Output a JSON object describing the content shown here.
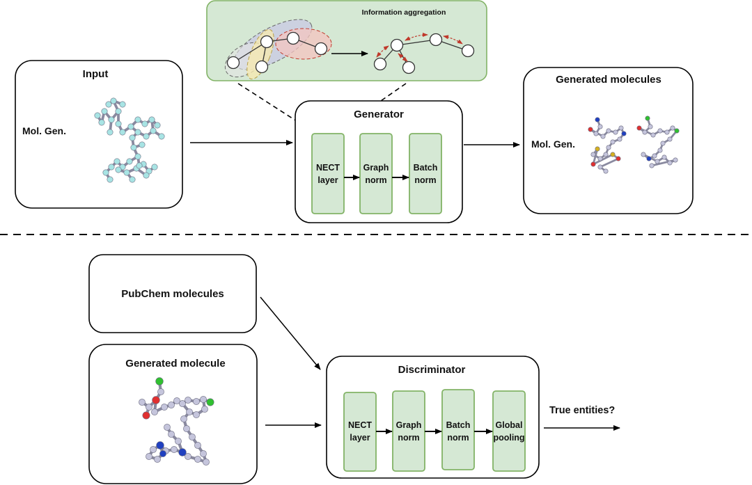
{
  "generator_section": {
    "input_box": {
      "title": "Input",
      "label": "Mol. Gen."
    },
    "aggregation_panel": {
      "title": "Information aggregation"
    },
    "generator_box": {
      "title": "Generator",
      "layers": [
        {
          "line1": "NECT",
          "line2": "layer"
        },
        {
          "line1": "Graph",
          "line2": "norm"
        },
        {
          "line1": "Batch",
          "line2": "norm"
        }
      ]
    },
    "output_box": {
      "title": "Generated molecules",
      "label": "Mol. Gen."
    }
  },
  "discriminator_section": {
    "pubchem_box": {
      "title": "PubChem molecules"
    },
    "generated_box": {
      "title": "Generated molecule"
    },
    "discriminator_box": {
      "title": "Discriminator",
      "layers": [
        {
          "line1": "NECT",
          "line2": "layer"
        },
        {
          "line1": "Graph",
          "line2": "norm"
        },
        {
          "line1": "Batch",
          "line2": "norm"
        },
        {
          "line1": "Global",
          "line2": "pooling"
        }
      ]
    },
    "question": "True entities?"
  },
  "colors": {
    "layer_fill": "#d5e8d4",
    "layer_stroke": "#82b366",
    "panel_fill": "#d5e8d4",
    "input_atom": "#a8e4e4",
    "generated_atom": "#c5c5dc",
    "oxygen": "#e03030",
    "chlorine": "#30c030",
    "nitrogen": "#2040c0",
    "sulfur": "#d4b020",
    "bidirectional_arrow": "#c0392b"
  }
}
